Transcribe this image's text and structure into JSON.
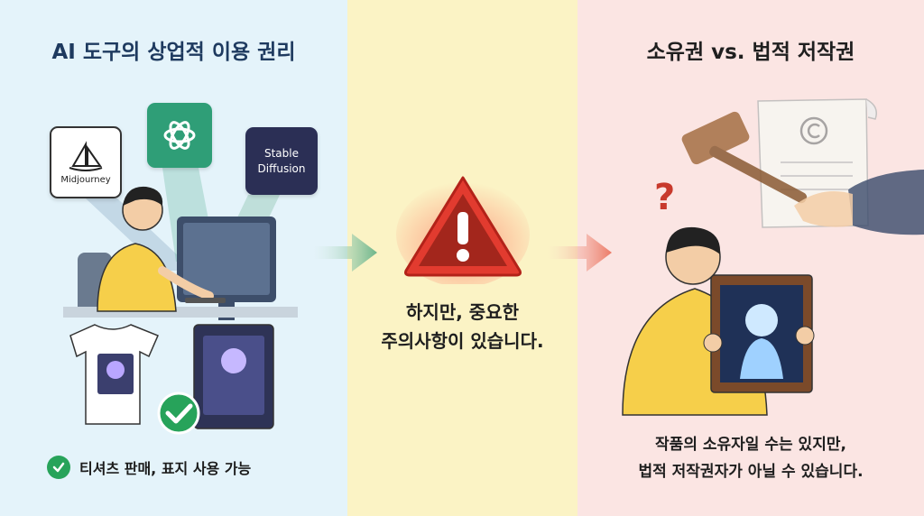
{
  "left": {
    "title": "AI 도구의 상업적 이용 권리",
    "logos": {
      "midjourney": "Midjourney",
      "stable_diffusion_line1": "Stable",
      "stable_diffusion_line2": "Diffusion"
    },
    "caption": "티셔츠 판매, 표지 사용 가능"
  },
  "middle": {
    "line1": "하지만, 중요한",
    "line2": "주의사항이 있습니다."
  },
  "right": {
    "title": "소유권 vs. 법적 저작권",
    "line1": "작품의 소유자일 수는 있지만,",
    "line2": "법적 저작권자가 아닐 수 있습니다."
  },
  "colors": {
    "left_bg": "#e4f3fa",
    "middle_bg": "#fbf3c5",
    "right_bg": "#fbe5e3",
    "warning_red": "#e23b2f",
    "check_green": "#27a35a"
  },
  "icons": [
    "midjourney-logo-icon",
    "openai-logo-icon",
    "warning-icon",
    "check-icon",
    "copyright-icon",
    "gavel-icon",
    "question-mark-icon",
    "arrow-right-icon"
  ]
}
